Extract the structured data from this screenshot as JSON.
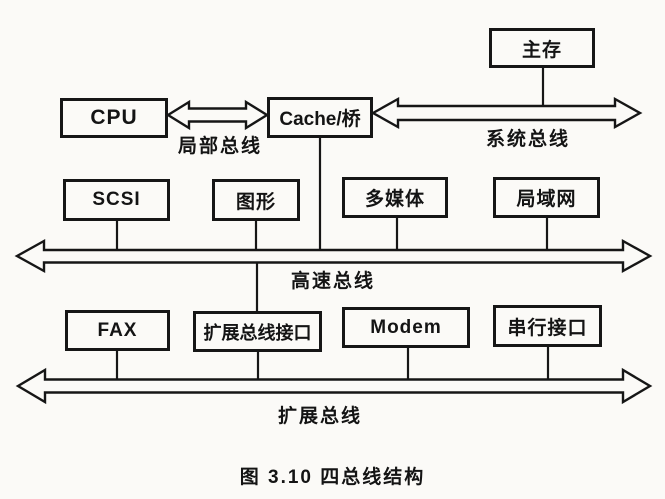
{
  "figure": {
    "caption": "图 3.10  四总线结构"
  },
  "nodes": {
    "main_memory": "主存",
    "cpu": "CPU",
    "cache_bridge": "Cache/桥",
    "scsi": "SCSI",
    "graphics": "图形",
    "multimedia": "多媒体",
    "lan": "局域网",
    "fax": "FAX",
    "expansion_bus_interface": "扩展总线接口",
    "modem": "Modem",
    "serial_interface": "串行接口"
  },
  "buses": {
    "local_bus": "局部总线",
    "system_bus": "系统总线",
    "high_speed_bus": "高速总线",
    "expansion_bus": "扩展总线"
  }
}
